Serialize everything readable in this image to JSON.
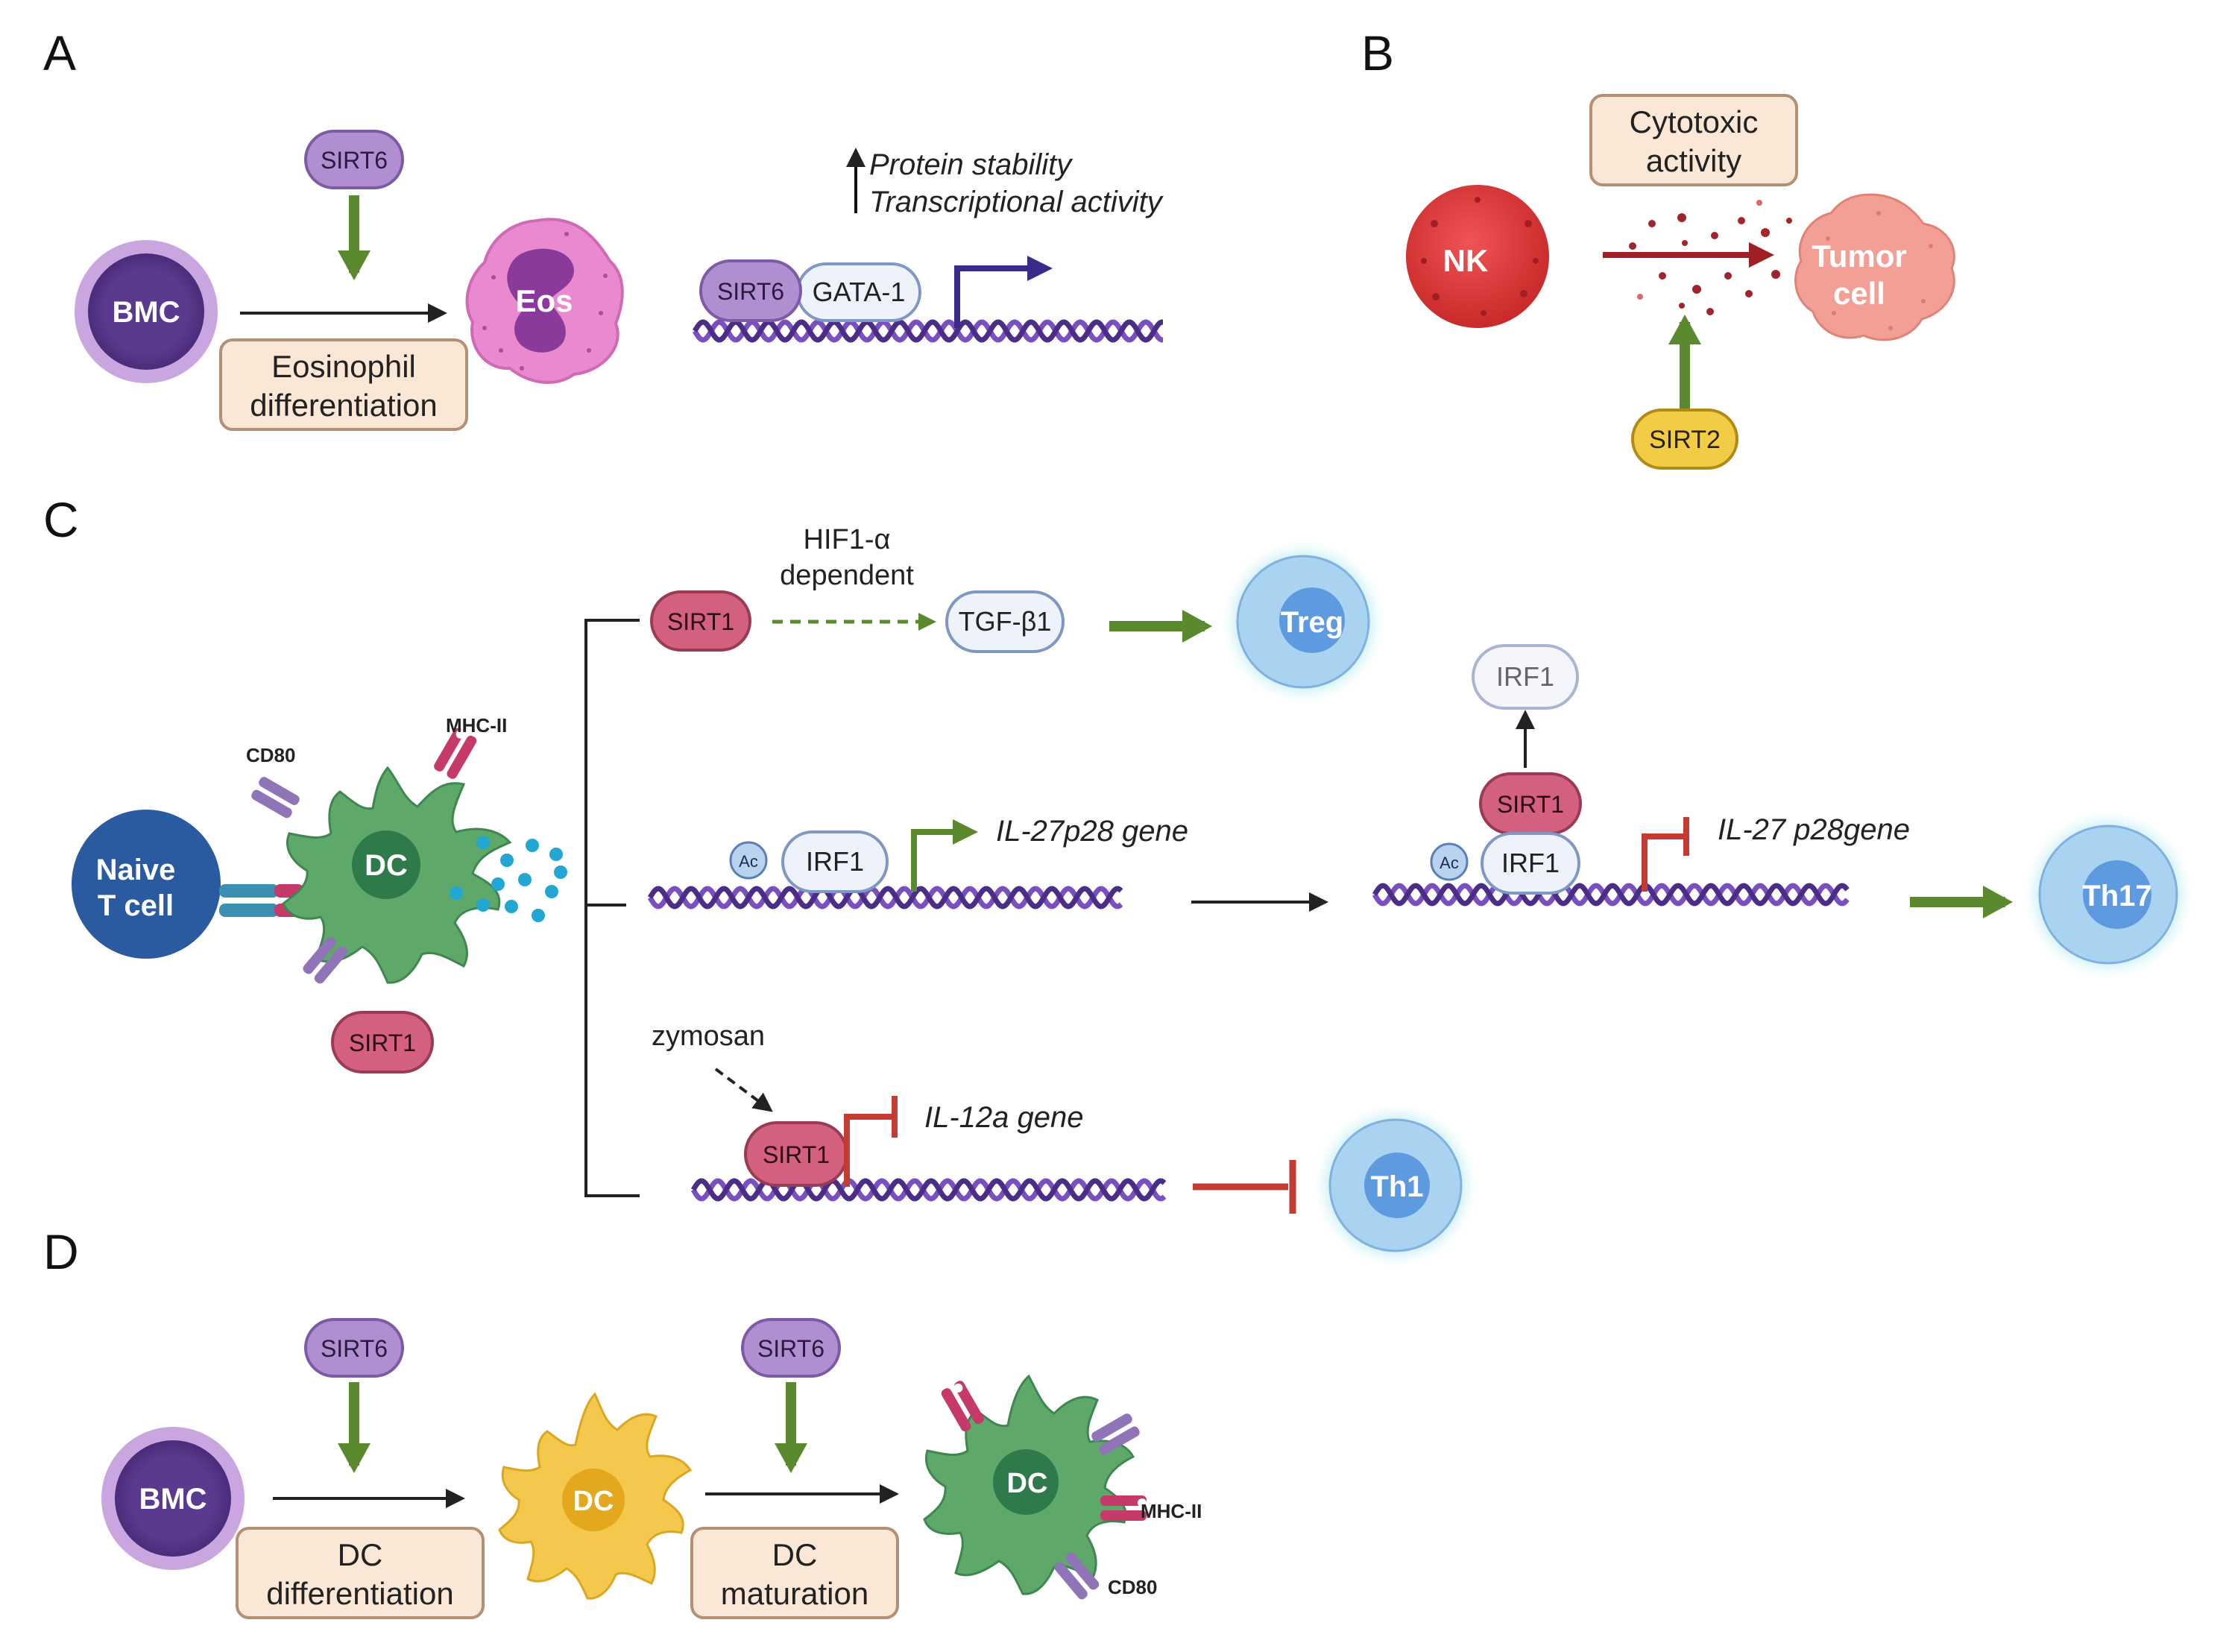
{
  "colors": {
    "bmc": "#5a3a8e",
    "bmc_ring": "#c9a6df",
    "sirt6": "#b08fd0",
    "sirt1": "#d3607f",
    "sirt2": "#f2cc44",
    "process_box": "#fbe7d6",
    "process_border": "#b58f74",
    "green_arrow": "#5b8a2e",
    "inhibit_red": "#c33b31",
    "dna_a": "#4a2d86",
    "dna_b": "#7a4fc0",
    "dc_green": "#5ea86a",
    "dc_yellow": "#f4c84c",
    "tcell_blue": "#2a5aa0",
    "halo_blue": "#8fc3ea",
    "nk_red": "#d93a3a",
    "tumor": "#f2a095"
  },
  "panels": {
    "A": {
      "letter": "A",
      "sirt6": "SIRT6",
      "bmc": "BMC",
      "eos": "Eos",
      "box_line1": "Eosinophil",
      "box_line2": "differentiation",
      "complex_sirt6": "SIRT6",
      "complex_gata1": "GATA-1",
      "effect_line1": "Protein stability",
      "effect_line2": "Transcriptional activity"
    },
    "B": {
      "letter": "B",
      "box_line1": "Cytotoxic",
      "box_line2": "activity",
      "nk": "NK",
      "tumor_line1": "Tumor",
      "tumor_line2": "cell",
      "sirt2": "SIRT2"
    },
    "C": {
      "letter": "C",
      "naive_line1": "Naive",
      "naive_line2": "T cell",
      "dc": "DC",
      "cd80": "CD80",
      "mhc": "MHC-II",
      "sirt1_dc": "SIRT1",
      "top": {
        "note_line1": "HIF1-α",
        "note_line2": "dependent",
        "sirt1": "SIRT1",
        "tgf": "TGF-β1",
        "treg": "Treg"
      },
      "mid": {
        "ac": "Ac",
        "irf1": "IRF1",
        "gene": "IL-27p28 gene",
        "irf1_released": "IRF1",
        "sirt1": "SIRT1",
        "ac2": "Ac",
        "irf1_bound": "IRF1",
        "gene2": "IL-27 p28gene",
        "th17": "Th17"
      },
      "bottom": {
        "zymosan": "zymosan",
        "sirt1": "SIRT1",
        "gene": "IL-12a gene",
        "th1": "Th1"
      }
    },
    "D": {
      "letter": "D",
      "bmc": "BMC",
      "sirt6_a": "SIRT6",
      "box1_line1": "DC",
      "box1_line2": "differentiation",
      "dc_immature": "DC",
      "sirt6_b": "SIRT6",
      "box2_line1": "DC",
      "box2_line2": "maturation",
      "dc_mature": "DC",
      "mhc": "MHC-II",
      "cd80": "CD80"
    }
  }
}
